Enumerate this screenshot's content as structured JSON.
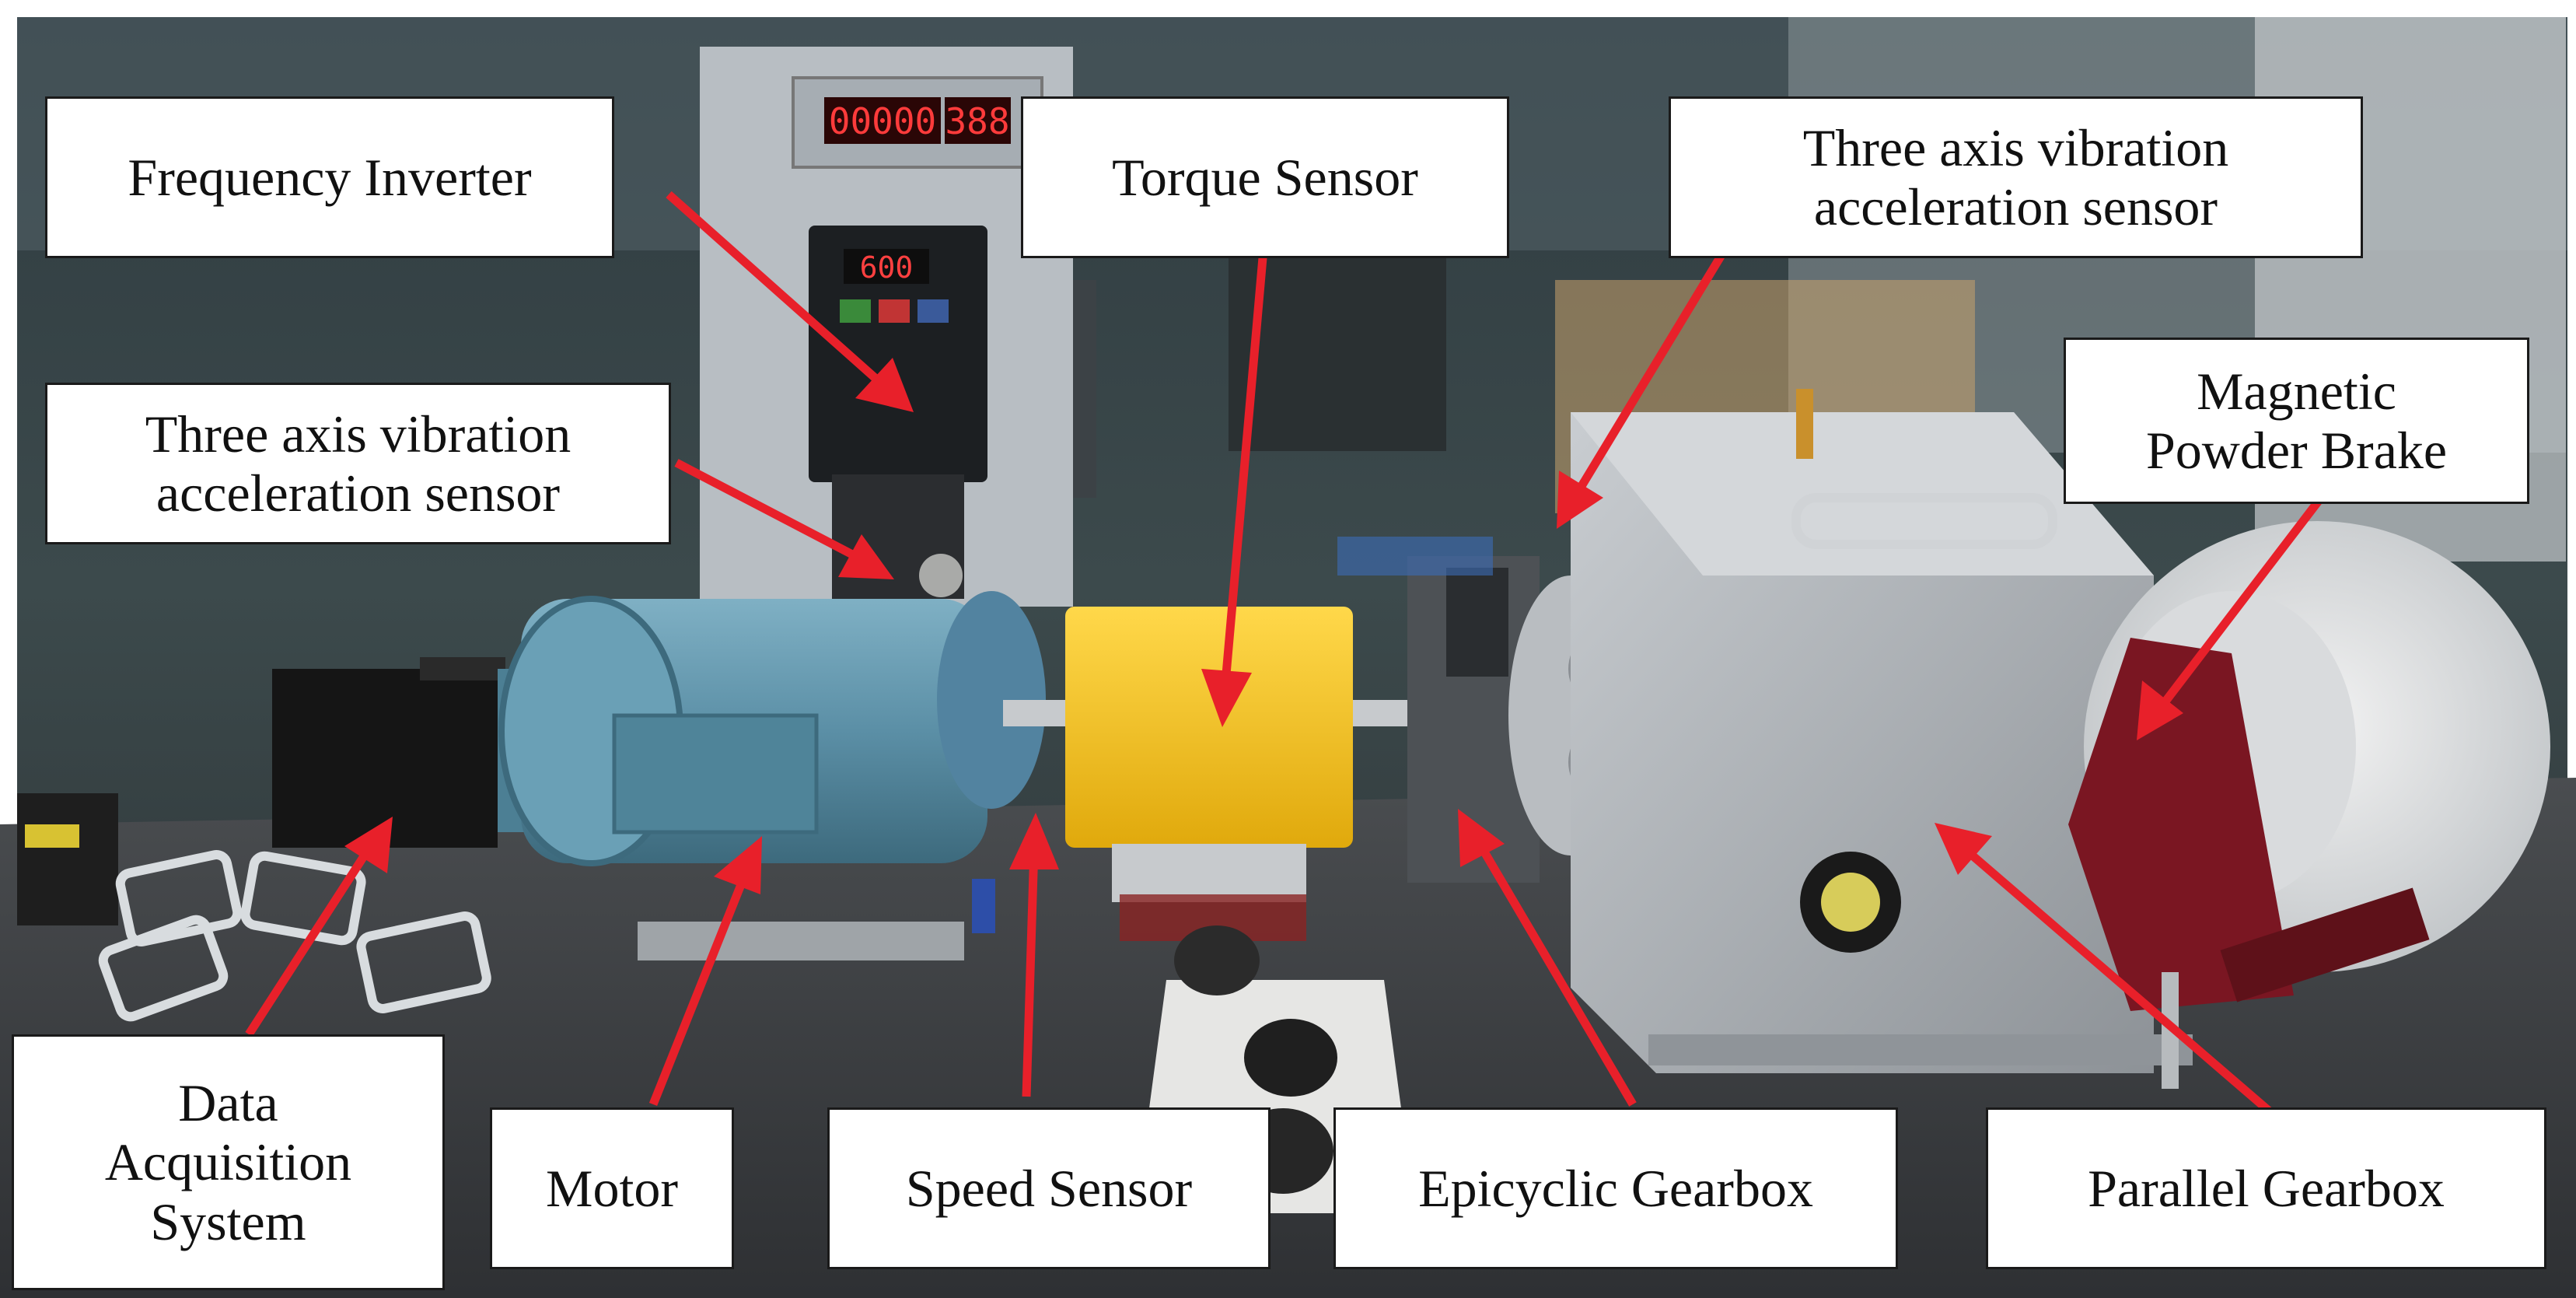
{
  "labels": {
    "frequency_inverter": "Frequency Inverter",
    "torque_sensor": "Torque Sensor",
    "vibration_sensor_gearbox": "Three axis vibration\nacceleration sensor",
    "vibration_sensor_motor": "Three axis vibration\nacceleration sensor",
    "magnetic_powder_brake": "Magnetic\nPowder Brake",
    "data_acquisition_system": "Data\nAcquisition\nSystem",
    "motor": "Motor",
    "speed_sensor": "Speed Sensor",
    "epicyclic_gearbox": "Epicyclic Gearbox",
    "parallel_gearbox": "Parallel Gearbox"
  },
  "display": {
    "readout_left": "00000",
    "readout_right": "388",
    "inverter_readout": "600"
  },
  "colors": {
    "arrow": "#e8202a",
    "label_border": "#1a1a1a",
    "motor_blue": "#5b8fa6",
    "torque_yellow": "#f2c11c",
    "brake_red": "#7a1622",
    "gearbox_silver": "#a9aeb3"
  }
}
